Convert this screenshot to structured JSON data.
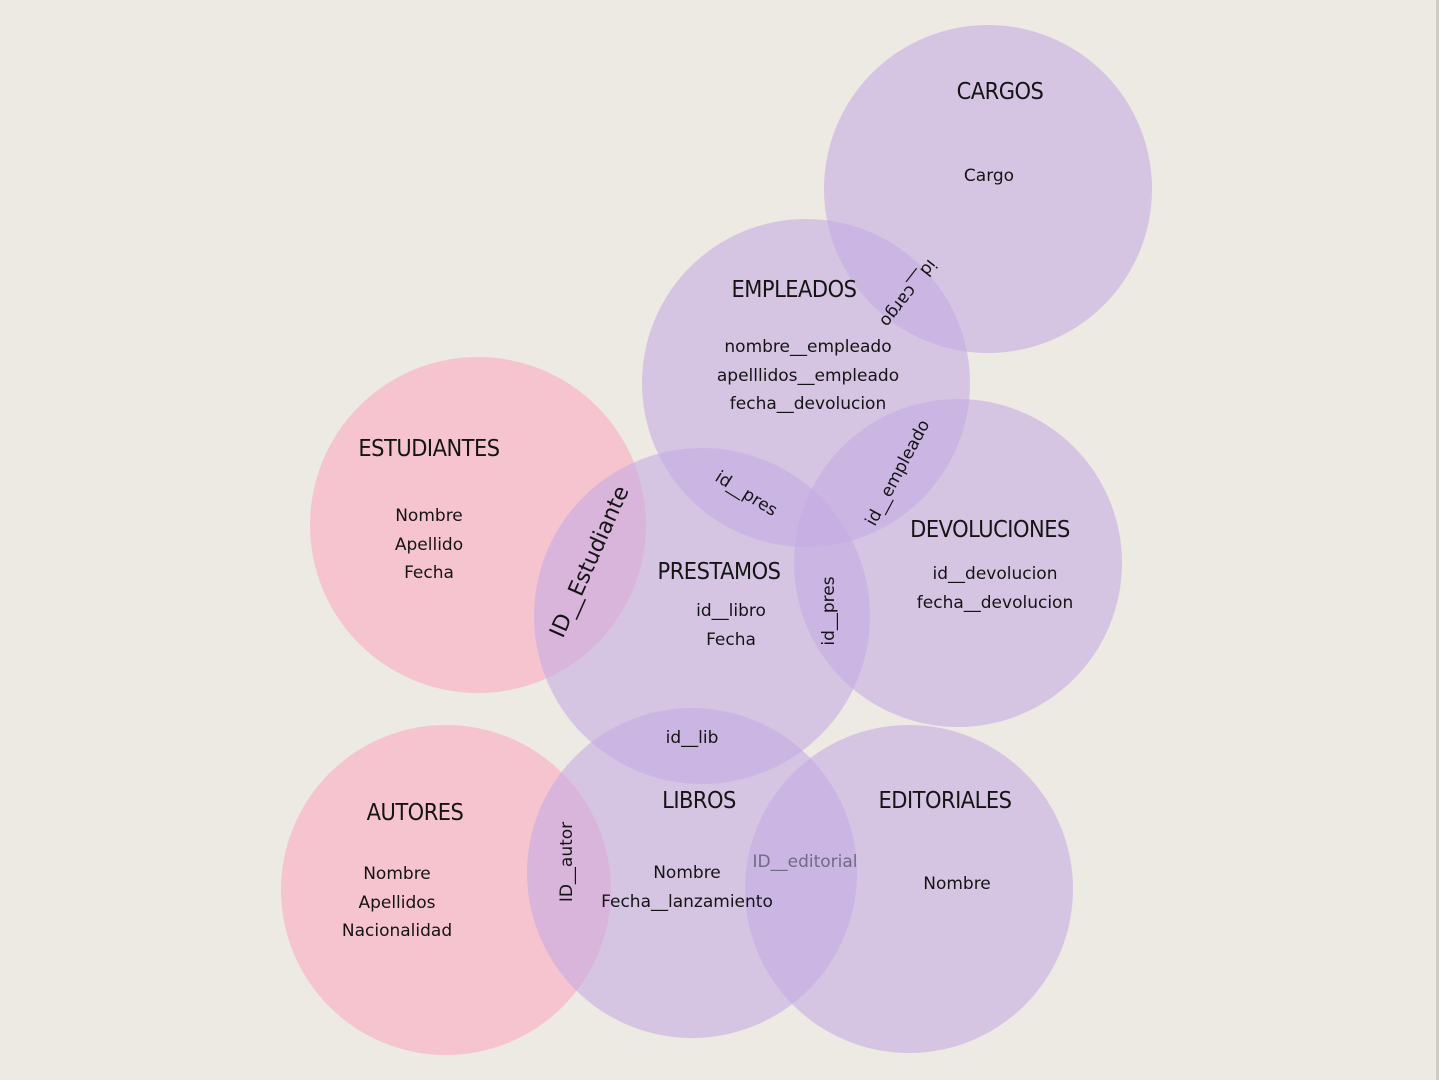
{
  "entities": {
    "cargos": {
      "title": "CARGOS",
      "fields": [
        "Cargo"
      ]
    },
    "empleados": {
      "title": "EMPLEADOS",
      "fields": [
        "nombre__empleado",
        "apelllidos__empleado",
        "fecha__devolucion"
      ]
    },
    "estudiantes": {
      "title": "ESTUDIANTES",
      "fields": [
        "Nombre",
        "Apellido",
        "Fecha"
      ]
    },
    "prestamos": {
      "title": "PRESTAMOS",
      "fields": [
        "id__libro",
        "Fecha"
      ]
    },
    "devoluciones": {
      "title": "DEVOLUCIONES",
      "fields": [
        "id__devolucion",
        "fecha__devolucion"
      ]
    },
    "autores": {
      "title": "AUTORES",
      "fields": [
        "Nombre",
        "Apellidos",
        "Nacionalidad"
      ]
    },
    "libros": {
      "title": "LIBROS",
      "fields": [
        "Nombre",
        "Fecha__lanzamiento"
      ]
    },
    "editoriales": {
      "title": "EDITORIALES",
      "fields": [
        "Nombre"
      ]
    }
  },
  "keys": {
    "id_cargo": "id__cargo",
    "id_empleado": "id__empleado",
    "id_pres_top": "id__pres",
    "id_pres_side": "id__pres",
    "id_estudiante": "ID__Estudiante",
    "id_lib": "id__lib",
    "id_autor": "ID__autor",
    "id_editorial": "ID__editorial"
  },
  "colors": {
    "background": "#ede9e3",
    "purple": "#c4aae4",
    "pink": "#fab6c7"
  }
}
